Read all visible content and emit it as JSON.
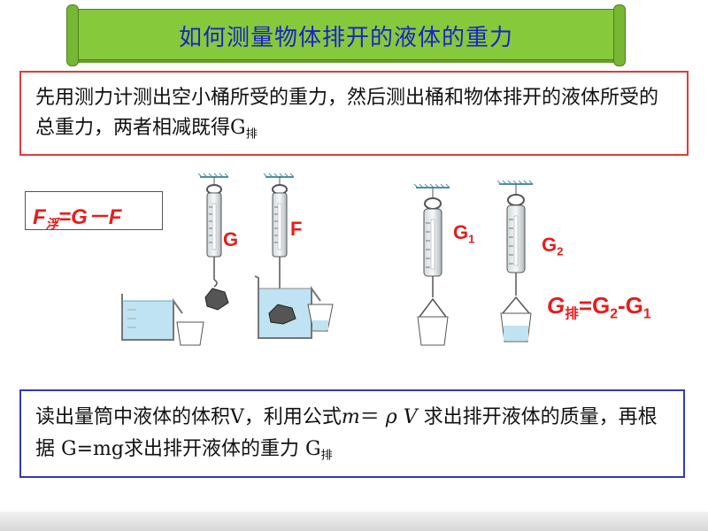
{
  "title": "如何测量物体排开的液体的重力",
  "method1": {
    "text": "先用测力计测出空小桶所受的重力，然后测出桶和物体排开的液体所受的总重力，两者相减既得G",
    "sub": "排"
  },
  "formula_buoyancy": {
    "F": "F",
    "sub": "浮",
    "rest": "=G－F"
  },
  "labels": {
    "G": "G",
    "F": "F",
    "G1": "G",
    "G1_sub": "1",
    "G2": "G",
    "G2_sub": "2"
  },
  "formula_displaced": {
    "G": "G",
    "sub": "排",
    "eq": "=G",
    "s2": "2",
    "minus": "-G",
    "s1": "1"
  },
  "method2": {
    "part1": "读出量筒中液体的体积V，利用公式",
    "m": "m",
    "eq": "＝ ",
    "rho_v": "ρ V",
    "part2": " 求出排开液体的质量，再根据 G=mg求出排开液体的重力 G",
    "sub": "排"
  },
  "colors": {
    "title_banner": "#86c93a",
    "title_text": "#1a23c8",
    "red_border": "#e23a3a",
    "blue_border": "#2d3ac6",
    "formula_red": "#e81c1c",
    "water": "#bfe3f2"
  }
}
